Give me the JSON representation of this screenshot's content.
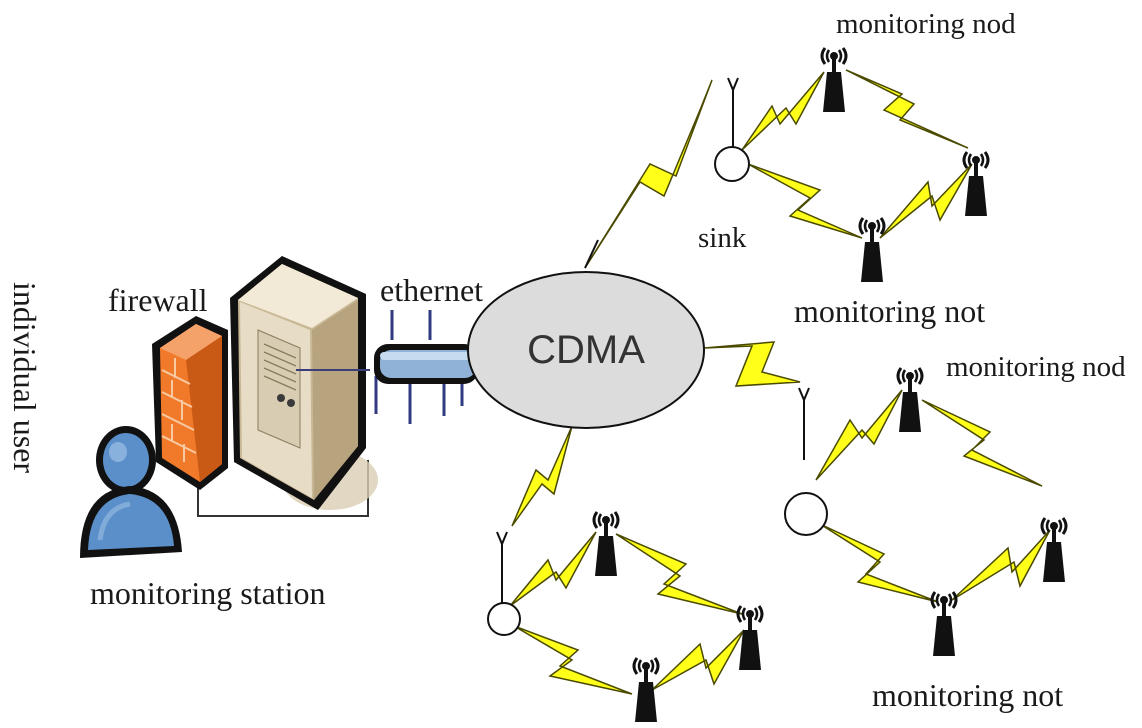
{
  "labels": {
    "individual_user": "individual user",
    "firewall": "firewall",
    "ethernet": "ethernet",
    "monitoring_station": "monitoring station",
    "cdma": "CDMA",
    "sink": "sink",
    "top_cluster_node": "monitoring nod",
    "top_cluster_bottom": "monitoring not",
    "right_cluster_node": "monitoring nod",
    "right_cluster_bottom": "monitoring not"
  },
  "colors": {
    "lightning": "#ffff1a",
    "lightning_stroke": "#4a4a00",
    "cloud_fill": "#dcdcdc",
    "firewall": "#f07a2a",
    "user": "#5b8fc9",
    "server": "#e8dcc4",
    "ethernet_pipe": "#8fb2d6",
    "tower": "#111111"
  },
  "icons": {
    "user": "person-icon",
    "firewall": "brick-wall-icon",
    "server": "server-tower-icon",
    "node": "radio-tower-icon",
    "sink": "sink-node-circle",
    "link": "lightning-bolt-icon"
  }
}
